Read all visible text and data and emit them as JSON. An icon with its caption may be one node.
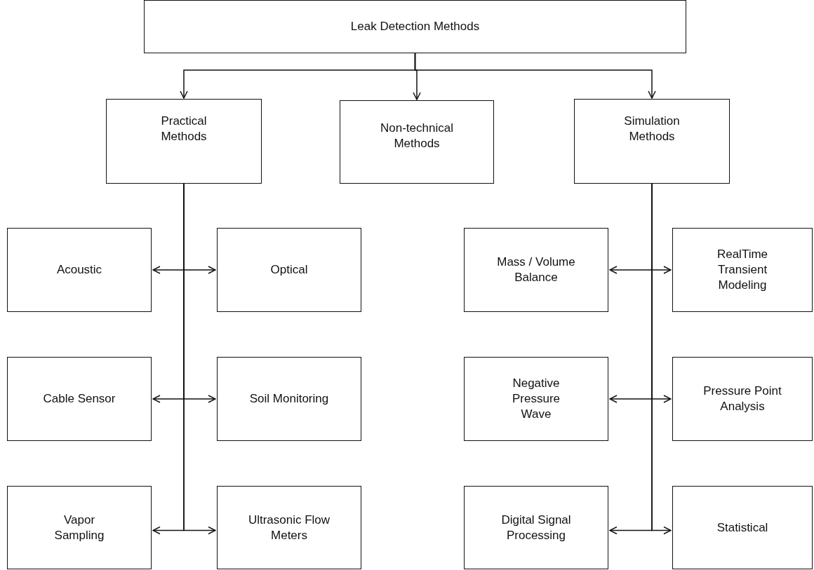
{
  "diagram": {
    "nodes": [
      {
        "text": [
          "Leak Detection Methods"
        ]
      },
      {
        "text": [
          "Practical Methods"
        ]
      },
      {
        "text": [
          "Non-technical Methods"
        ]
      },
      {
        "text": [
          "Simulation Methods"
        ]
      },
      {
        "text": [
          "Acoustic"
        ]
      },
      {
        "text": [
          "Optical"
        ]
      },
      {
        "text": [
          "Cable Sensor"
        ]
      },
      {
        "text": [
          "Soil Monitoring"
        ]
      },
      {
        "text": [
          "Vapor Sampling"
        ]
      },
      {
        "text": [
          "Ultrasonic Flow Meters"
        ]
      },
      {
        "text": [
          "Mass / Volume Balance"
        ]
      },
      {
        "text": [
          "RealTime Transient Modeling"
        ]
      },
      {
        "text": [
          "Negative Pressure Wave"
        ]
      },
      {
        "text": [
          "Pressure Point Analysis"
        ]
      },
      {
        "text": [
          "Digital Signal Processing"
        ]
      },
      {
        "text": [
          "Statistical"
        ]
      }
    ],
    "edges": [
      {
        "from": 0,
        "to": 1,
        "arrow": "to"
      },
      {
        "from": 0,
        "to": 2,
        "arrow": "to"
      },
      {
        "from": 0,
        "to": 3,
        "arrow": "to"
      },
      {
        "from": 1,
        "to": 4,
        "arrow": "to"
      },
      {
        "from": 1,
        "to": 5,
        "arrow": "to"
      },
      {
        "from": 1,
        "to": 6,
        "arrow": "to"
      },
      {
        "from": 1,
        "to": 7,
        "arrow": "to"
      },
      {
        "from": 1,
        "to": 8,
        "arrow": "to"
      },
      {
        "from": 1,
        "to": 9,
        "arrow": "to"
      },
      {
        "from": 3,
        "to": 10,
        "arrow": "to"
      },
      {
        "from": 3,
        "to": 11,
        "arrow": "to"
      },
      {
        "from": 3,
        "to": 12,
        "arrow": "to"
      },
      {
        "from": 3,
        "to": 13,
        "arrow": "to"
      },
      {
        "from": 3,
        "to": 14,
        "arrow": "to"
      },
      {
        "from": 3,
        "to": 15,
        "arrow": "to"
      }
    ]
  }
}
